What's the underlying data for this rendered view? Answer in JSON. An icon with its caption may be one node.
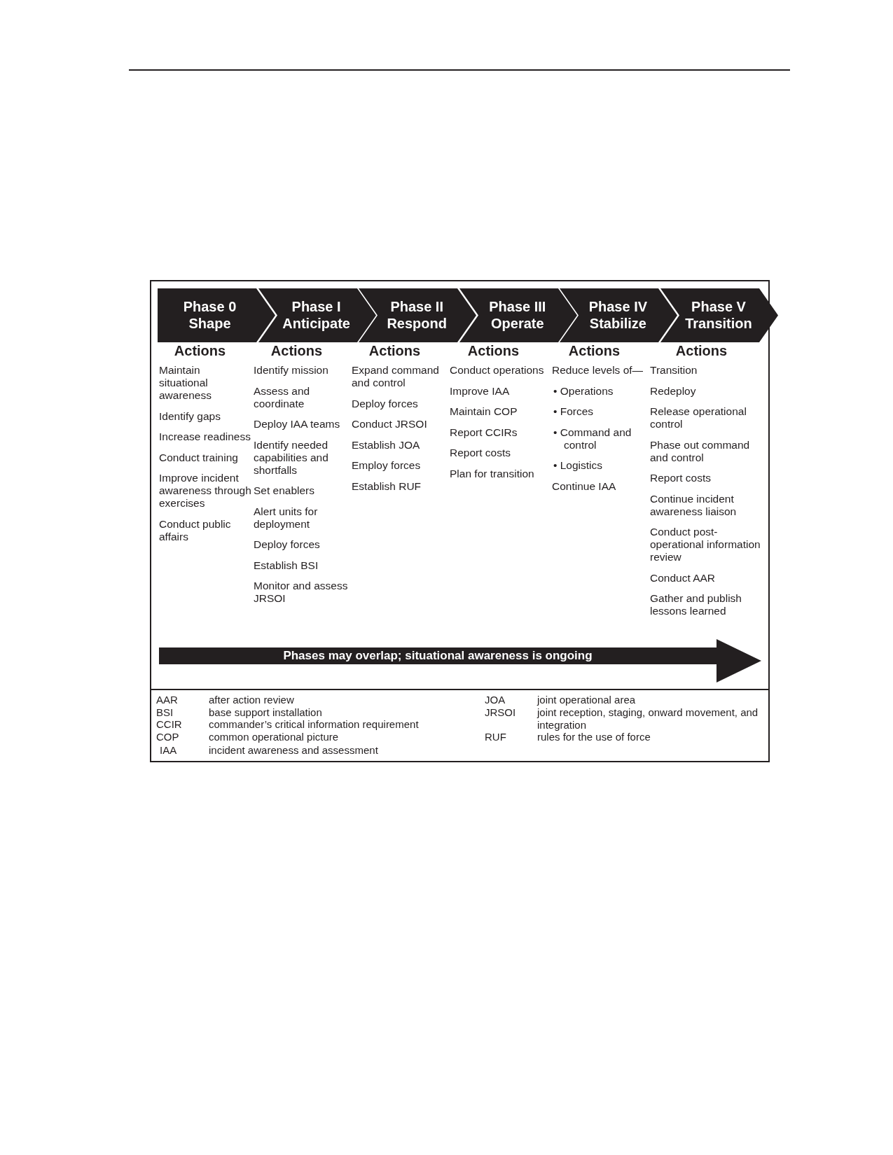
{
  "diagram": {
    "nodes": [
      {
        "text": [
          "Phase 0 Shape"
        ],
        "beside": [
          "Actions",
          "Maintain situational awareness",
          "Identify gaps",
          "Increase readiness",
          "Conduct training",
          "Improve incident awareness through exercises",
          "Conduct public affairs"
        ]
      },
      {
        "text": [
          "Phase I Anticipate"
        ],
        "beside": [
          "Actions",
          "Identify mission",
          "Assess and coordinate",
          "Deploy IAA teams",
          "Identify needed capabilities and shortfalls",
          "Set enablers",
          "Alert units for deployment",
          "Deploy forces",
          "Establish BSI",
          "Monitor and assess JRSOI"
        ]
      },
      {
        "text": [
          "Phase II Respond"
        ],
        "beside": [
          "Actions",
          "Expand command and control",
          "Deploy forces",
          "Conduct JRSOI",
          "Establish JOA",
          "Employ forces",
          "Establish RUF"
        ]
      },
      {
        "text": [
          "Phase III Operate"
        ],
        "beside": [
          "Actions",
          "Conduct operations",
          "Improve IAA",
          "Maintain COP",
          "Report CCIRs",
          "Report costs",
          "Plan for transition"
        ]
      },
      {
        "text": [
          "Phase IV Stabilize"
        ],
        "beside": [
          "Actions",
          "Reduce levels of—",
          "• Operations",
          "• Forces",
          "• Command and control",
          "• Logistics",
          "Continue  IAA"
        ]
      },
      {
        "text": [
          "Phase V Transition"
        ],
        "beside": [
          "Actions",
          "Transition",
          "Redeploy",
          "Release operational control",
          "Phase out command and control",
          "Report costs",
          "Continue incident awareness liaison",
          "Conduct post-operational information review",
          "Conduct AAR",
          "Gather and publish lessons learned"
        ]
      },
      {
        "text": [
          "Phases may overlap; situational awareness is ongoing"
        ]
      }
    ],
    "labels": [
      "AAR",
      "after action review",
      "JOA",
      "joint operational area",
      "BSI",
      "base support installation",
      "JRSOI",
      "joint reception, staging, onward movement, and integration",
      "CCIR",
      "commander’s critical information requirement",
      "COP",
      "common operational picture",
      "RUF",
      "rules for the use of force",
      "IAA",
      "incident awareness and assessment"
    ]
  }
}
